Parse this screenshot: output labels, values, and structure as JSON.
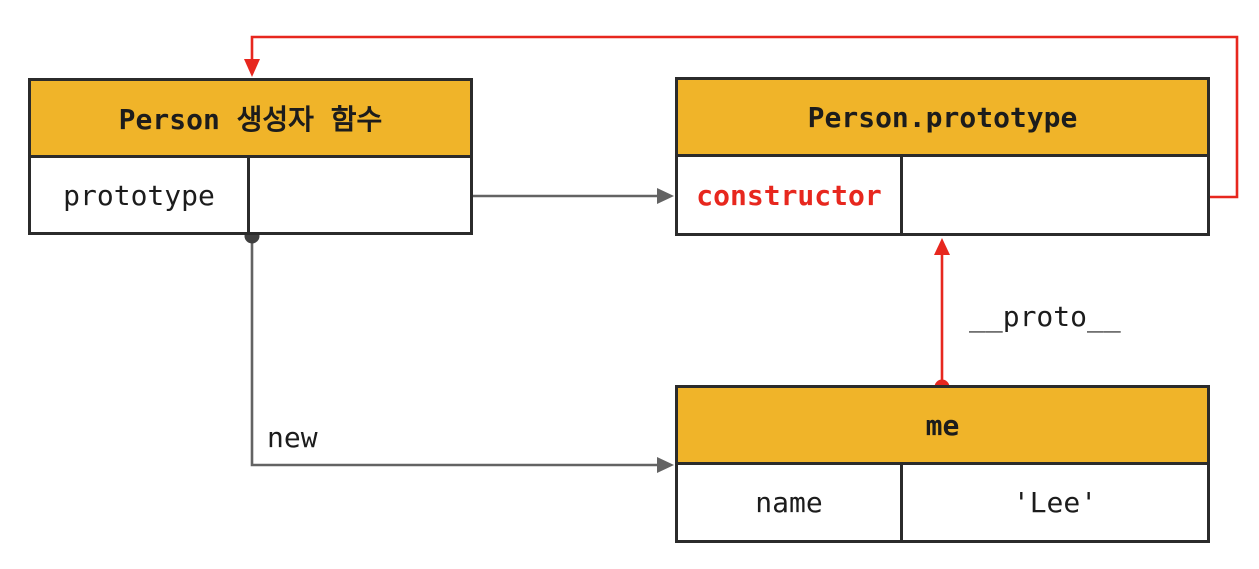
{
  "diagram": {
    "boxes": {
      "person_function": {
        "title": "Person 생성자 함수",
        "key": "prototype",
        "value": ""
      },
      "person_prototype": {
        "title": "Person.prototype",
        "key": "constructor",
        "value": ""
      },
      "me": {
        "title": "me",
        "key": "name",
        "value": "'Lee'"
      }
    },
    "edge_labels": {
      "new_operator": "new",
      "proto": "__proto__"
    }
  },
  "colors": {
    "header_bg": "#f0b429",
    "accent_red": "#e7271e",
    "arrow_gray": "#636363",
    "dot_gray": "#3f3f3f",
    "border": "#2b2b2b",
    "text": "#1c1c1c"
  }
}
